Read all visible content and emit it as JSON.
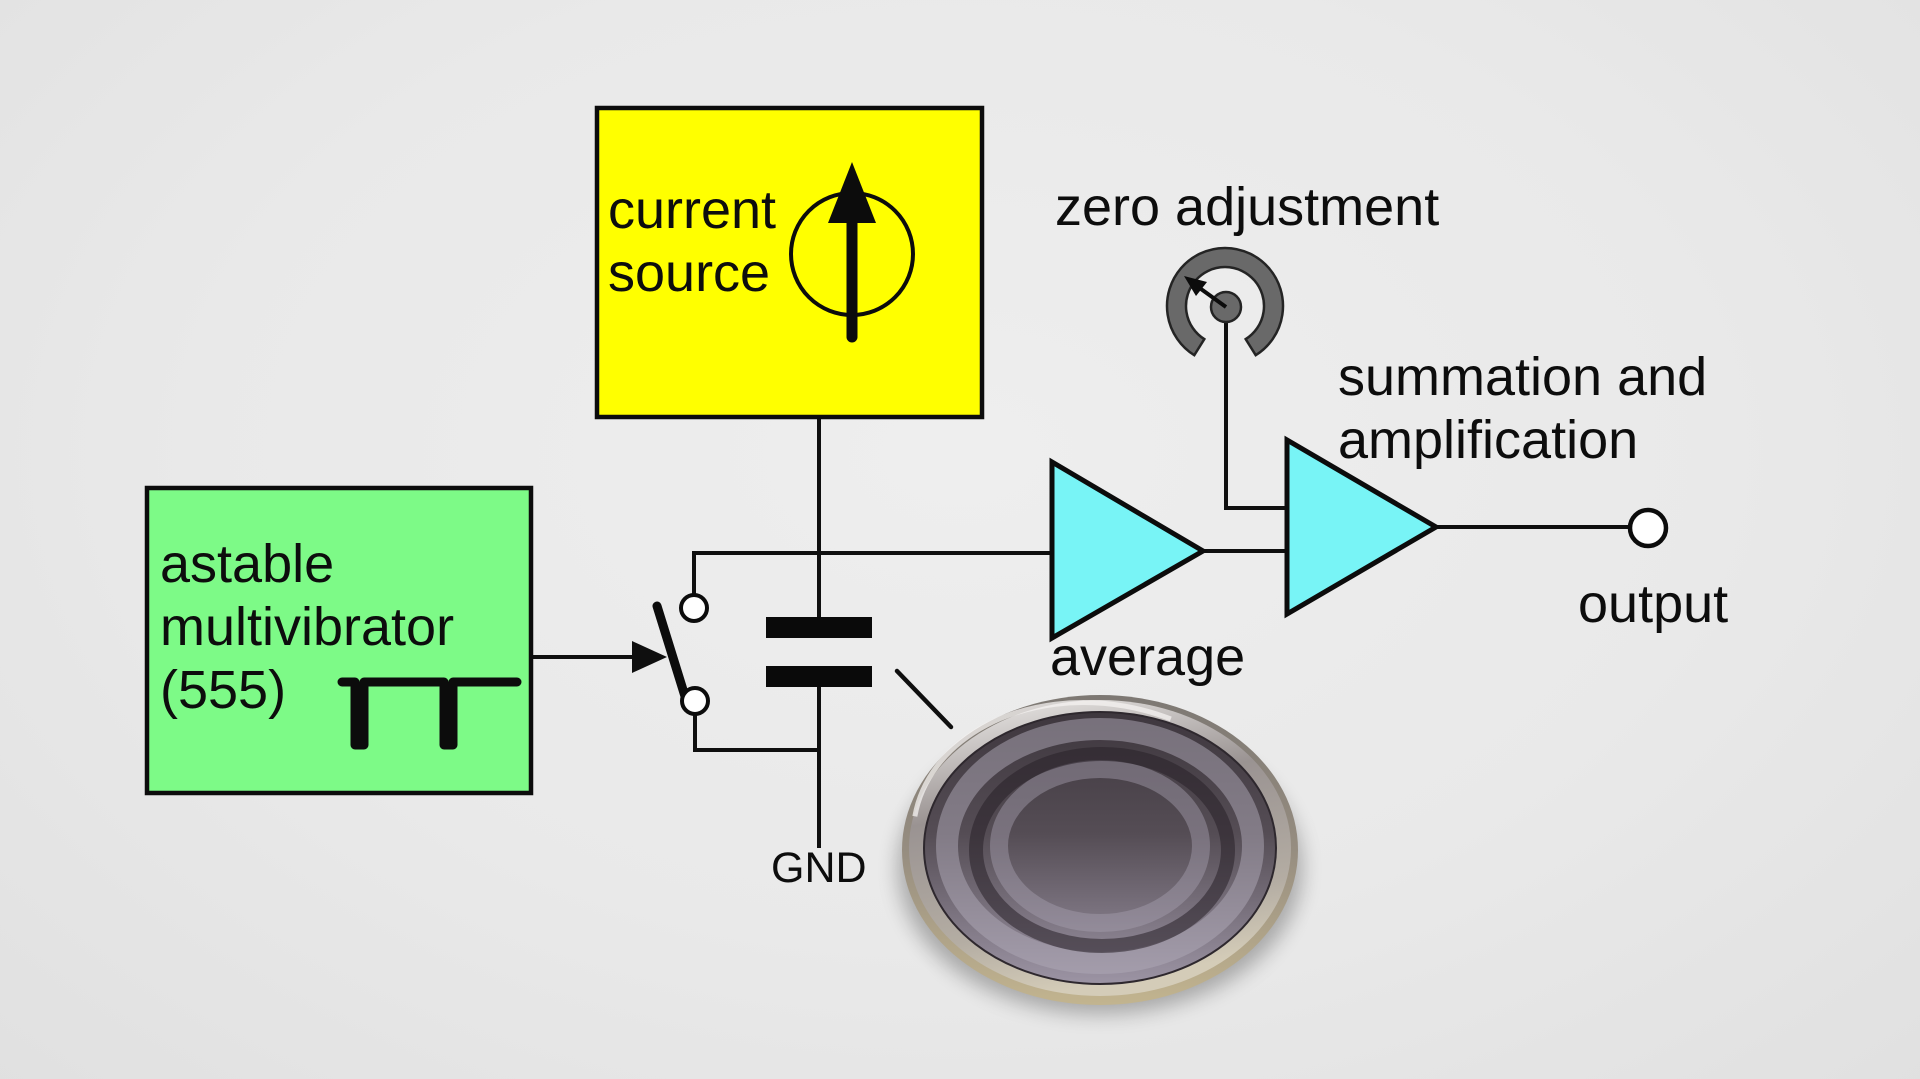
{
  "title": "capacitive sensor measurement principle diagram",
  "blocks": {
    "current_source": {
      "label": "current\nsource",
      "fill": "#ffff00"
    },
    "astable_multivibrator": {
      "label": "astable\nmultivibrator\n(555)",
      "fill": "#7dfa87"
    }
  },
  "labels": {
    "zero_adjustment": "zero adjustment",
    "summation": "summation and\namplification",
    "average": "average",
    "output": "output",
    "gnd": "GND"
  },
  "icons": [
    "current-source-icon",
    "pulse-waveform-icon",
    "switch-icon",
    "capacitor-icon",
    "zero-adjustment-knob-icon",
    "average-amplifier-icon",
    "summation-amplifier-icon",
    "output-terminal-icon",
    "metal-disc-photo"
  ],
  "colors": {
    "background": "#e9e9e9",
    "box_yellow": "#ffff00",
    "box_green": "#7dfa87",
    "amp_cyan": "#78f4f6",
    "knob_gray": "#696969",
    "line_black": "#0f0f0f",
    "disc_face_dark": "#4a424a",
    "disc_face_light": "#9c94a4",
    "disc_rim_tan": "#c2b598"
  }
}
